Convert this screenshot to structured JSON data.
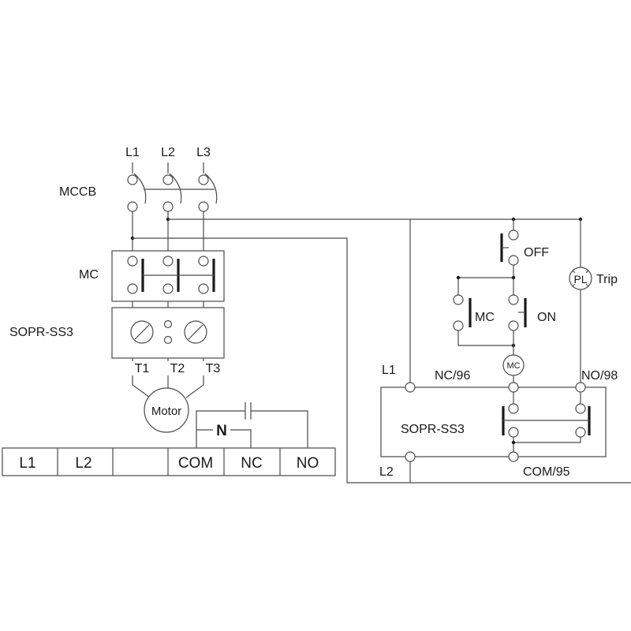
{
  "power": {
    "lines": [
      "L1",
      "L2",
      "L3"
    ],
    "breaker": "MCCB",
    "contactor": "MC",
    "relay": "SOPR-SS3",
    "terminals": [
      "T1",
      "T2",
      "T3"
    ],
    "motor": "Motor",
    "neutral": "N"
  },
  "terminal_block": [
    "L1",
    "L2",
    "",
    "COM",
    "NC",
    "NO"
  ],
  "control": {
    "off": "OFF",
    "on": "ON",
    "aux": "MC",
    "coil": "MC",
    "lamp": "PL",
    "lamp_label": "Trip",
    "relay": "SOPR-SS3",
    "l1": "L1",
    "l2": "L2",
    "nc": "NC/96",
    "no": "NO/98",
    "com": "COM/95"
  }
}
